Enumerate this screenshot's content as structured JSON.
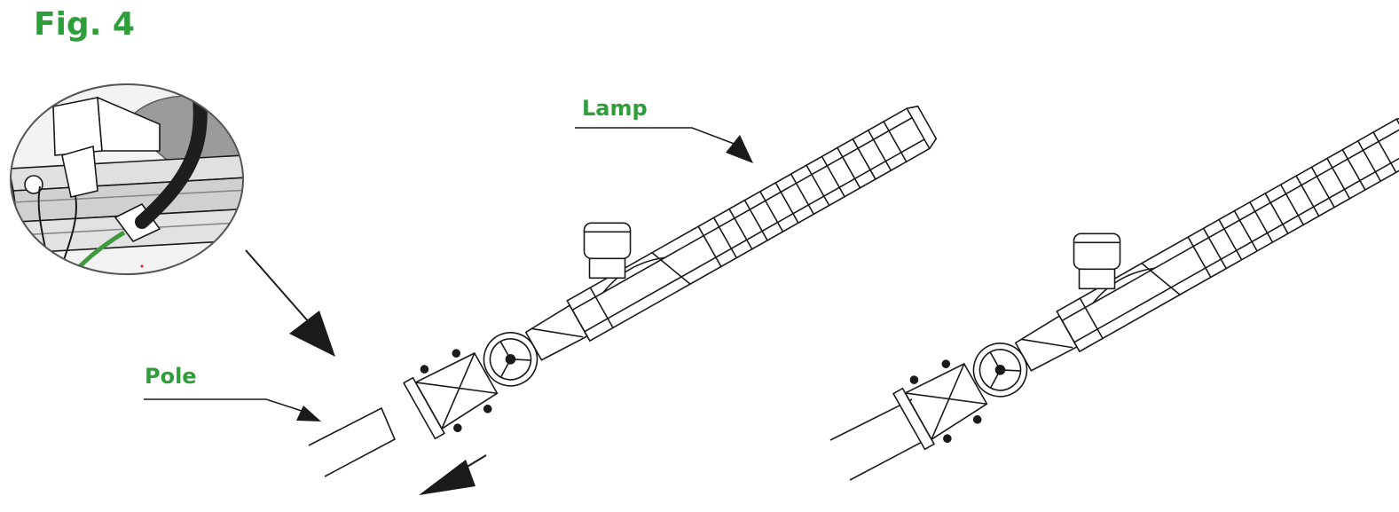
{
  "figure": {
    "title": "Fig. 4",
    "labels": {
      "lamp": "Lamp",
      "pole": "Pole"
    }
  },
  "colors": {
    "label_green": "#2e9e3a",
    "line": "#1a1a1a",
    "wire_black": "#1e1e1e",
    "wire_green": "#3f9a3f",
    "inset_bg": "#efefef"
  }
}
